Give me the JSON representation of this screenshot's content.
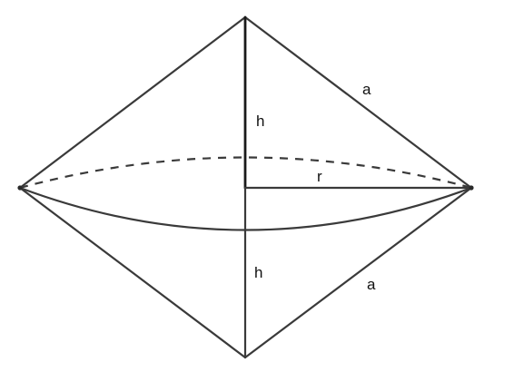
{
  "labels": {
    "slant_upper": "a",
    "slant_lower": "a",
    "height_upper": "h",
    "height_lower": "h",
    "radius": "r"
  },
  "colors": {
    "stroke": "#3a3a3a",
    "axis": "#1a1a1a",
    "text": "#111111",
    "background": "#ffffff"
  }
}
